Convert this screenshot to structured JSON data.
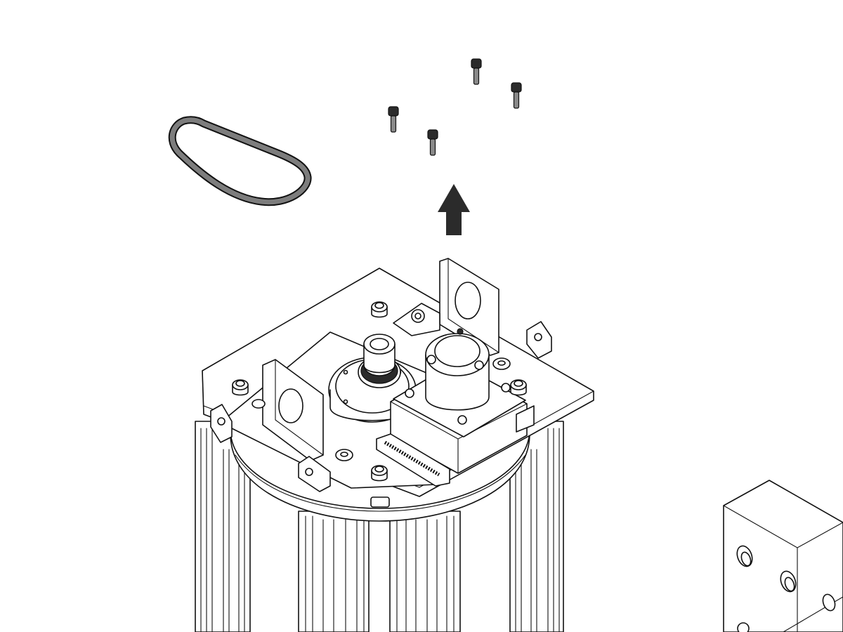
{
  "figure": {
    "title": "",
    "caption": "",
    "parts": [
      {
        "id": "timing-belt",
        "count": 1
      },
      {
        "id": "socket-head-screw",
        "count": 4
      },
      {
        "id": "removal-arrow",
        "direction": "up"
      },
      {
        "id": "top-plate-assembly",
        "count": 1
      },
      {
        "id": "motor",
        "count": 1
      },
      {
        "id": "pulley",
        "count": 1
      },
      {
        "id": "motor-bracket",
        "count": 2
      },
      {
        "id": "aluminum-extrusion-frame",
        "count": 1
      },
      {
        "id": "side-block",
        "count": 1
      }
    ],
    "colors": {
      "line": "#111111",
      "arrow": "#2b2b2b",
      "belt": "#7d7d7d",
      "background": "#ffffff"
    }
  }
}
